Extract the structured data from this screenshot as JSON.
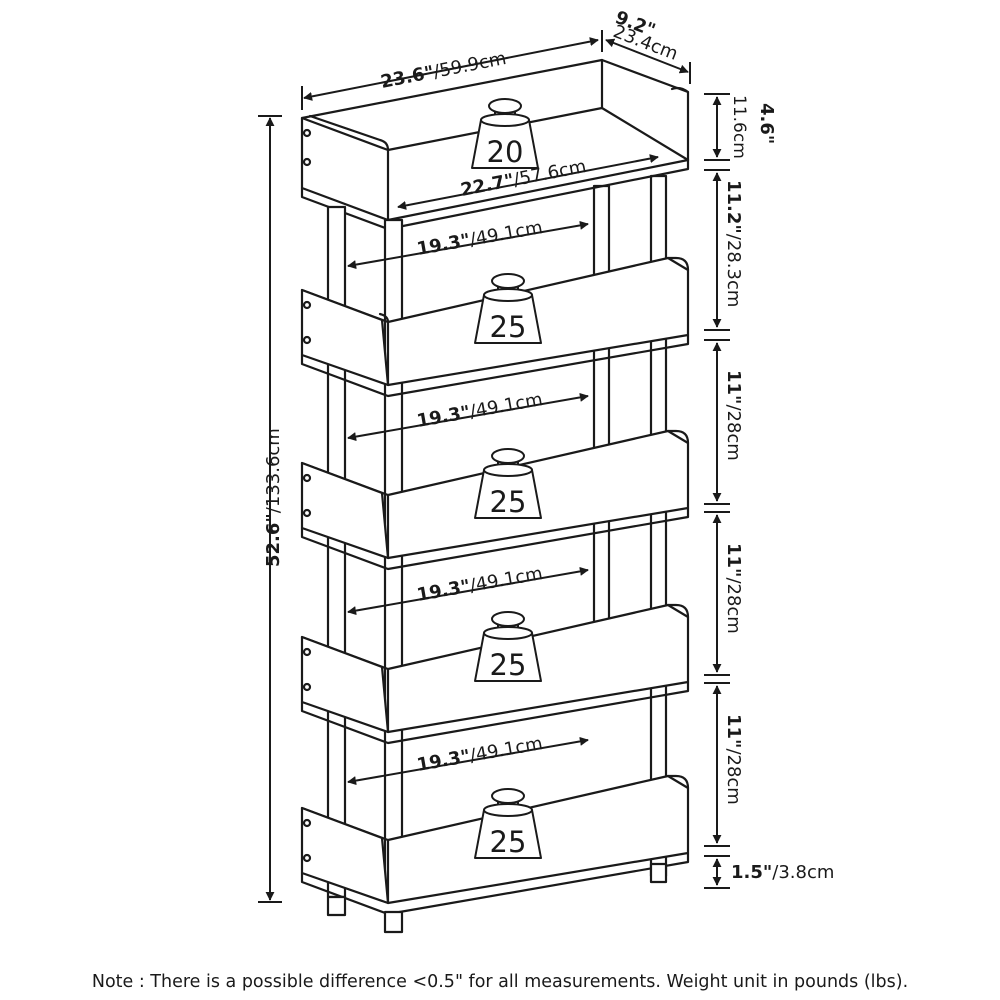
{
  "dimensions": {
    "width": {
      "in": "23.6\"",
      "cm": "/59.9cm"
    },
    "depth": {
      "in": "9.2\"",
      "cm": "23.4cm"
    },
    "inner_width": {
      "in": "22.7\"",
      "cm": "/57.6cm"
    },
    "top_rail_height": {
      "in": "4.6\"",
      "cm": "11.6cm"
    },
    "shelf_gap_1": {
      "in": "11.2\"",
      "cm": "/28.3cm"
    },
    "shelf_gap_2": {
      "in": "11\"",
      "cm": "/28cm"
    },
    "shelf_gap_3": {
      "in": "11\"",
      "cm": "/28cm"
    },
    "shelf_gap_4": {
      "in": "11\"",
      "cm": "/28cm"
    },
    "leg_height": {
      "in": "1.5\"",
      "cm": "/3.8cm"
    },
    "total_height": {
      "in": "52.6\"",
      "cm": "/133.6cm"
    },
    "shelf_depths": [
      {
        "in": "19.3\"",
        "cm": "/49.1cm"
      },
      {
        "in": "19.3\"",
        "cm": "/49.1cm"
      },
      {
        "in": "19.3\"",
        "cm": "/49.1cm"
      },
      {
        "in": "19.3\"",
        "cm": "/49.1cm"
      }
    ]
  },
  "weights": [
    "20",
    "25",
    "25",
    "25",
    "25"
  ],
  "note": "Note : There is a possible difference <0.5\" for all measurements. Weight unit in pounds (lbs)."
}
